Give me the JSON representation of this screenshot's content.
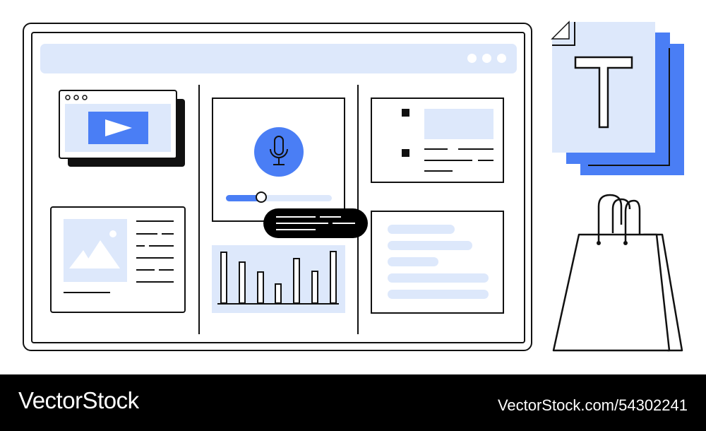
{
  "footer": {
    "brand": "VectorStock",
    "stock_id": "VectorStock.com/54302241"
  },
  "colors": {
    "accent": "#4a7ef5",
    "pale": "#dde8fb",
    "ink": "#111111",
    "footer_bg": "#000000"
  },
  "audio": {
    "progress": 0.33
  },
  "icons": {
    "text_document": "letter T document icon",
    "shopping_bag": "shopping bag icon",
    "video": "play button icon",
    "microphone": "microphone icon",
    "image": "mountain image icon"
  }
}
